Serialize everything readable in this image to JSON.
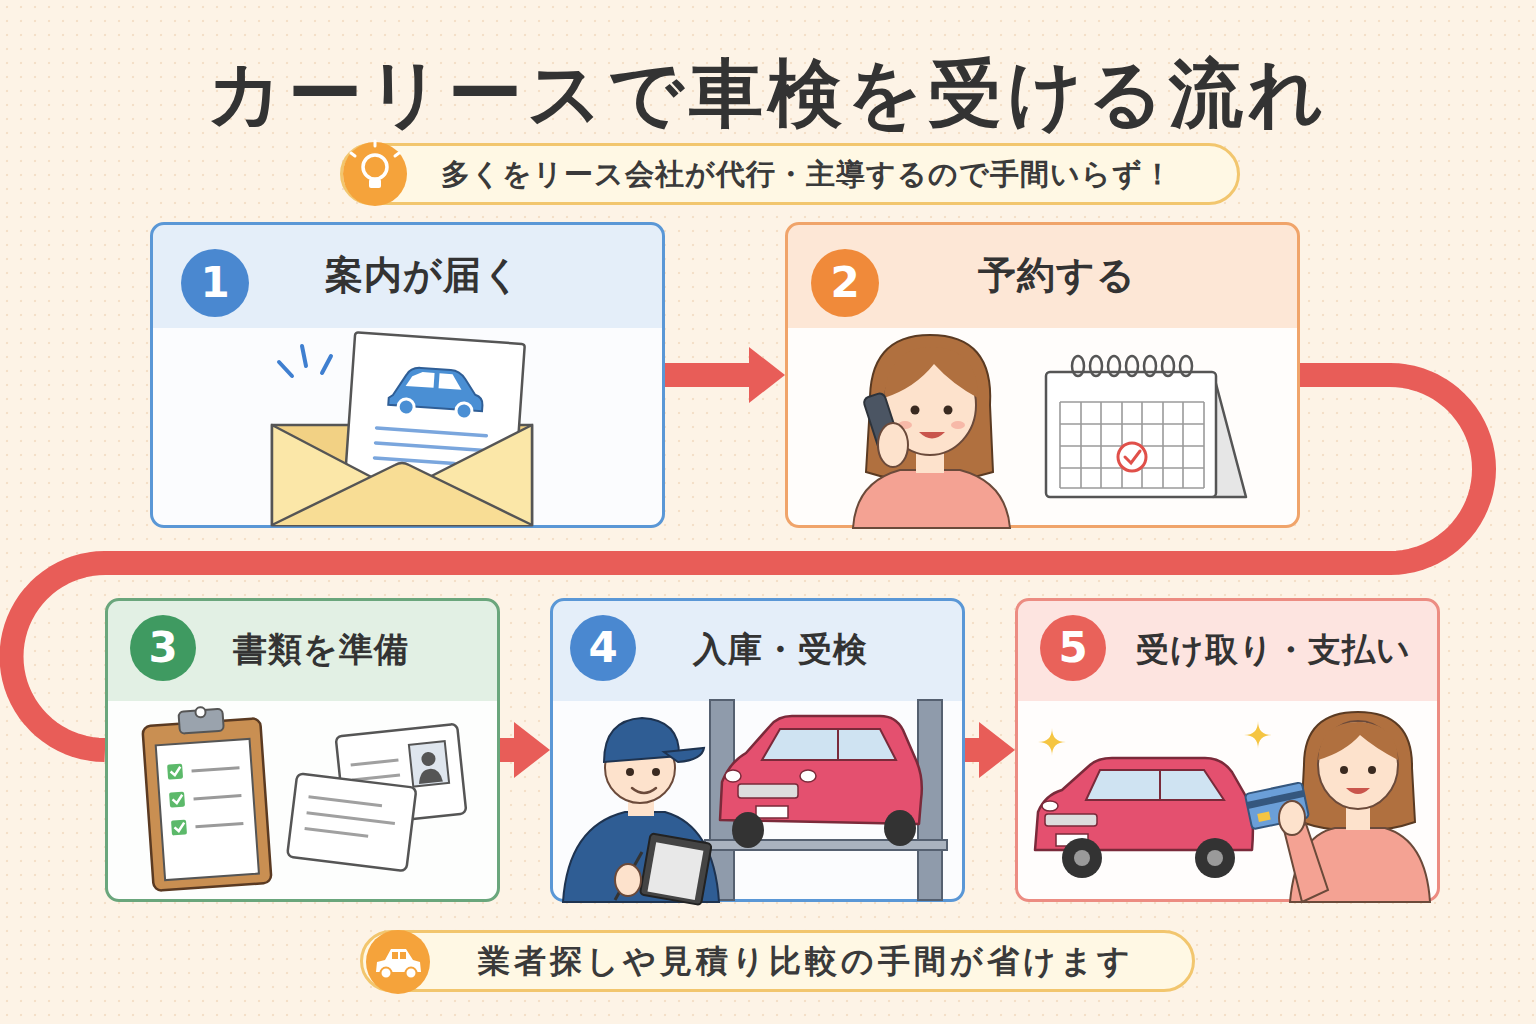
{
  "diagram": {
    "title": "カーリースで車検を受ける流れ",
    "nodes": [
      {
        "text": [
          "多くをリース会社が代行・主導するので手間いらず！"
        ]
      },
      {
        "text": [
          "案内が届く"
        ]
      },
      {
        "text": [
          "1"
        ],
        "in": 1
      },
      {
        "text": [
          "予約する"
        ]
      },
      {
        "text": [
          "2"
        ],
        "in": 3
      },
      {
        "text": [
          "書類を準備"
        ]
      },
      {
        "text": [
          "3"
        ],
        "in": 5
      },
      {
        "text": [
          "入庫・受検"
        ]
      },
      {
        "text": [
          "4"
        ],
        "in": 7
      },
      {
        "text": [
          "受け取り・支払い"
        ]
      },
      {
        "text": [
          "5"
        ],
        "in": 9
      },
      {
        "text": [
          "業者探しや見積り比較の手間が省けます"
        ]
      }
    ],
    "edges": [
      {
        "from": 1,
        "to": 3,
        "arrow": "to"
      },
      {
        "from": 3,
        "to": 5,
        "arrow": "none"
      },
      {
        "from": 5,
        "to": 7,
        "arrow": "to"
      },
      {
        "from": 7,
        "to": 9,
        "arrow": "to"
      }
    ]
  }
}
